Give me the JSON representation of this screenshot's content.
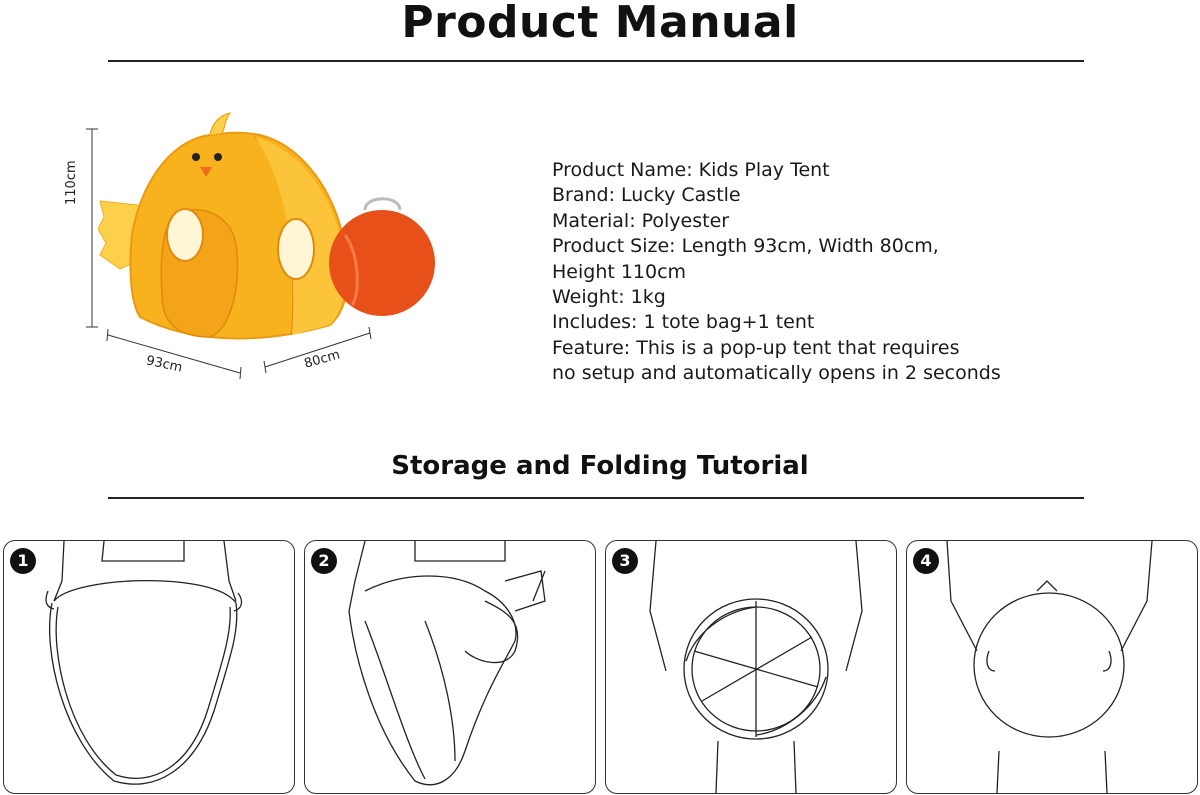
{
  "header": {
    "title": "Product Manual"
  },
  "product": {
    "dimensions": {
      "height": "110cm",
      "length": "93cm",
      "width": "80cm"
    },
    "specs": [
      "Product Name: Kids Play Tent",
      "Brand: Lucky Castle",
      "Material: Polyester",
      "Product Size: Length 93cm, Width 80cm,",
      "Height 110cm",
      "Weight: 1kg",
      "Includes: 1 tote bag+1 tent",
      "Feature: This is a pop-up tent that requires",
      "no setup and automatically opens in 2 seconds"
    ]
  },
  "tutorial": {
    "title": "Storage and Folding Tutorial",
    "steps": [
      {
        "number": "1",
        "illustration": "hold-open-tent"
      },
      {
        "number": "2",
        "illustration": "twist-tent"
      },
      {
        "number": "3",
        "illustration": "coil-tent"
      },
      {
        "number": "4",
        "illustration": "folded-tent"
      }
    ]
  },
  "colors": {
    "tent": "#f7b21e",
    "tent_light": "#fcd04a",
    "tote_bag": "#e8501a",
    "beak": "#ef6a1c"
  }
}
